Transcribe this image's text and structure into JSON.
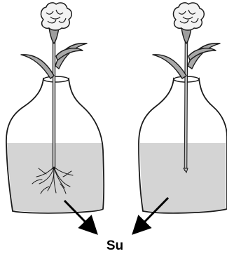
{
  "diagram": {
    "water_label": "Su",
    "colors": {
      "ink": "#1a1a1a",
      "water": "#d4d4d4",
      "stem": "#bdbdbd",
      "petal": "#f2f2f2",
      "sepal": "#9e9e9e",
      "leaf": "#a8a8a8"
    },
    "vases": [
      {
        "name": "left-vase",
        "stem_has_roots": true
      },
      {
        "name": "right-vase",
        "stem_has_roots": false
      }
    ]
  }
}
